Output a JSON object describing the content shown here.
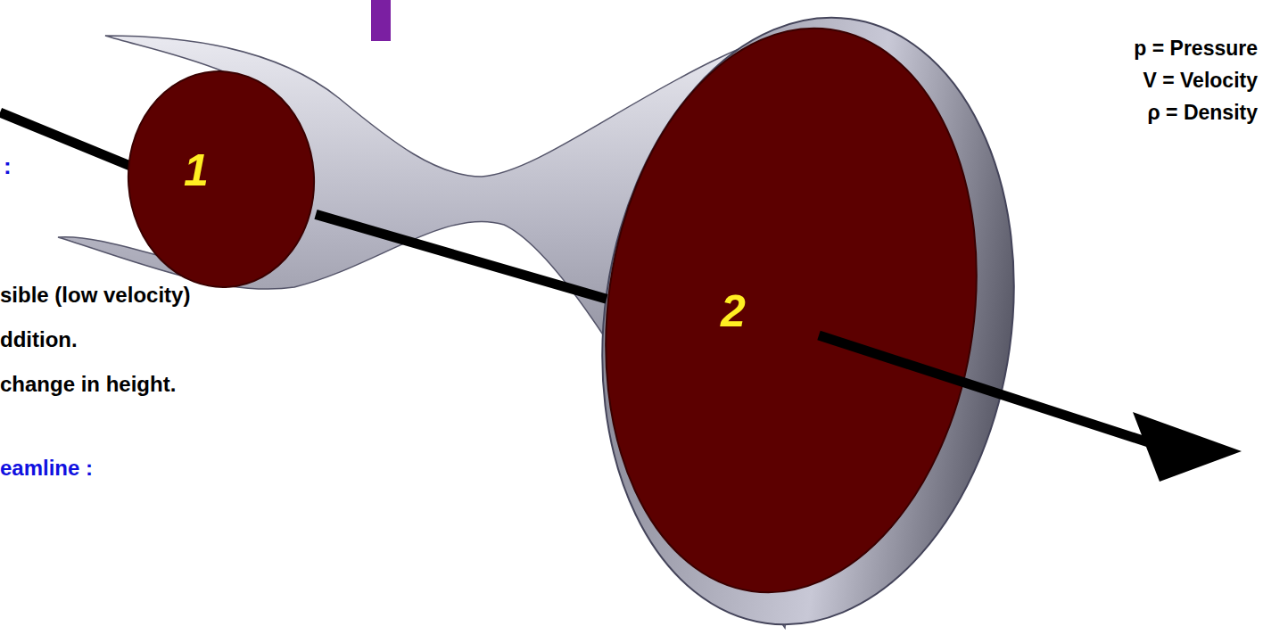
{
  "diagram": {
    "nodes": [
      {
        "text": [
          "1"
        ]
      },
      {
        "text": [
          "2"
        ]
      }
    ],
    "edges": [
      {
        "from": 0,
        "to": 1,
        "arrow": "none"
      }
    ],
    "labels": [
      ":",
      "sible  (low velocity)",
      "ddition.",
      "change in height.",
      "eamline :",
      "p = Pressure",
      "V = Velocity",
      "ρ = Density"
    ]
  }
}
